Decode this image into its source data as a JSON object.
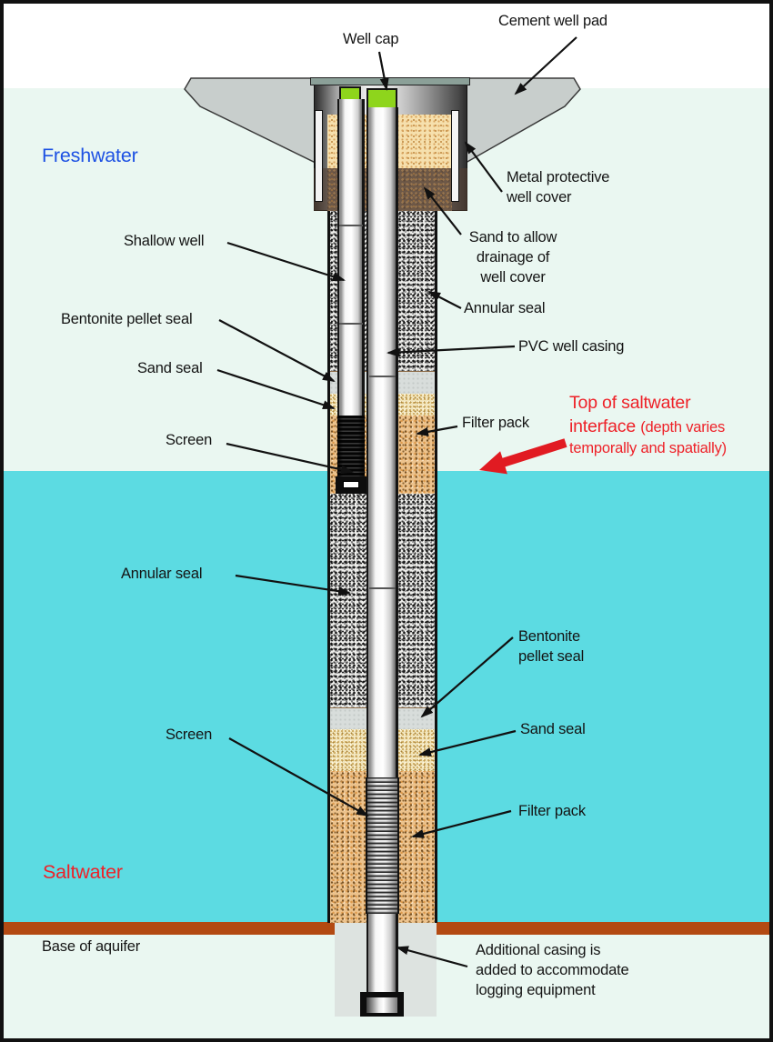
{
  "colors": {
    "freshwater_zone": "#eaf7f1",
    "saltwater_zone": "#5cdbe2",
    "base_of_aquifer_band": "#b34a12",
    "well_cap_green": "#8ed51c",
    "cement_pad_gray": "#c8cecc",
    "freshwater_text": "#1d51e3",
    "saltwater_text": "#ee2128",
    "interface_text": "#ee2128"
  },
  "labels": {
    "well_cap": "Well cap",
    "cement_well_pad": "Cement well pad",
    "metal_cover": "Metal protective\nwell cover",
    "freshwater": "Freshwater",
    "shallow_well": "Shallow well",
    "bentonite_left": "Bentonite pellet seal",
    "sand_seal_left": "Sand seal",
    "screen_upper": "Screen",
    "sand_drainage": "Sand to allow\ndrainage of\nwell cover",
    "annular_seal_right": "Annular seal",
    "pvc_casing": "PVC well casing",
    "filter_pack_upper": "Filter pack",
    "interface_line1": "Top of saltwater",
    "interface_line2_big": "interface ",
    "interface_line2_small": "(depth varies",
    "interface_line3": "temporally and spatially)",
    "annular_seal_left": "Annular seal",
    "bentonite_right": "Bentonite\npellet seal",
    "sand_seal_right": "Sand seal",
    "screen_lower": "Screen",
    "filter_pack_lower": "Filter pack",
    "saltwater": "Saltwater",
    "base_of_aquifer": "Base of aquifer",
    "additional_casing": "Additional casing is\nadded to accommodate\nlogging equipment"
  }
}
